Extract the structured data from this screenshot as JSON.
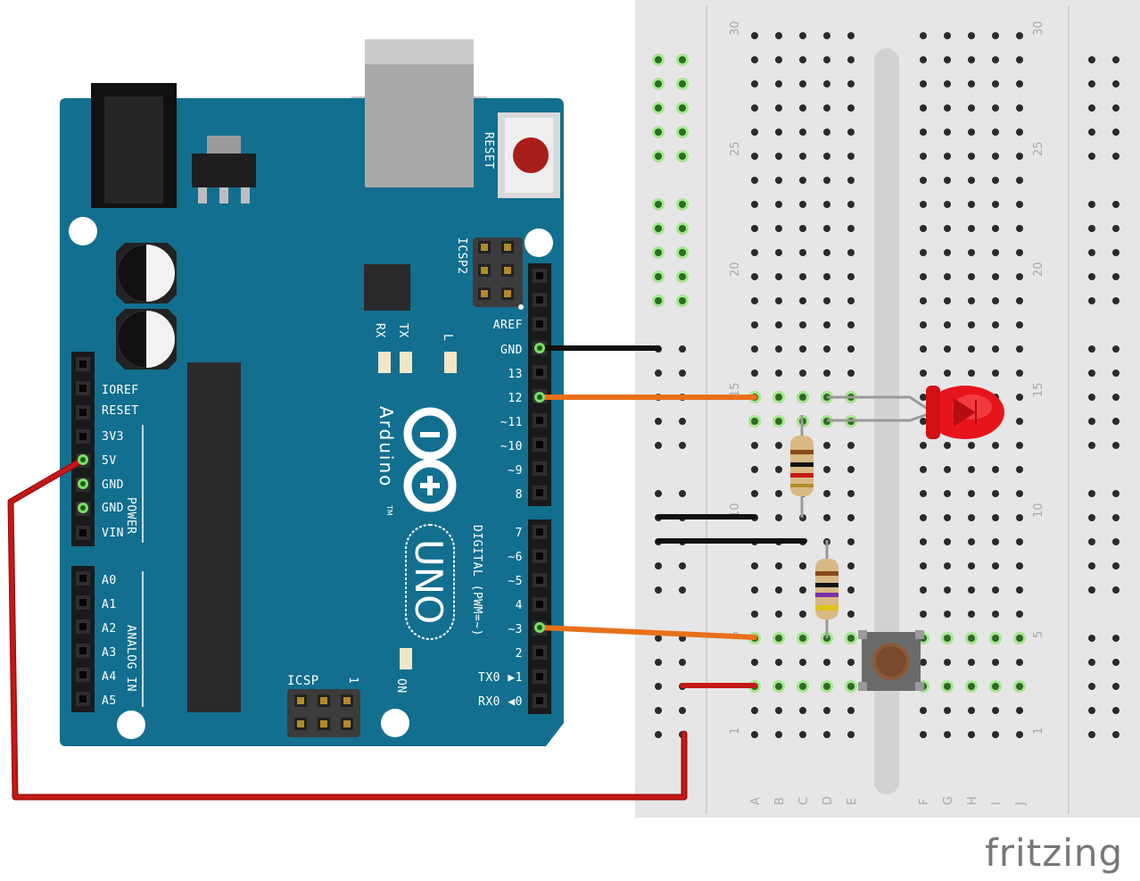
{
  "brand": "fritzing",
  "arduino": {
    "logo_text": "Arduino",
    "tm": "TM",
    "model": "UNO",
    "reset": "RESET",
    "icsp2": "ICSP2",
    "icsp": "ICSP",
    "icsp_one": "1",
    "on": "ON",
    "leds": {
      "rx": "RX",
      "tx": "TX",
      "l": "L"
    },
    "digital_label": "DIGITAL (PWM=~)",
    "power_label": "POWER",
    "analog_label": "ANALOG IN",
    "power_pins": [
      "IOREF",
      "RESET",
      "3V3",
      "5V",
      "GND",
      "GND",
      "VIN"
    ],
    "analog_pins": [
      "A0",
      "A1",
      "A2",
      "A3",
      "A4",
      "A5"
    ],
    "digital_upper": [
      "AREF",
      "GND",
      "13",
      "12",
      "~11",
      "~10",
      "~9",
      "8"
    ],
    "digital_lower": [
      "7",
      "~6",
      "~5",
      "4",
      "~3",
      "2",
      "TX0 ▶1",
      "RX0 ◀0"
    ]
  },
  "breadboard": {
    "row_numbers": [
      "30",
      "25",
      "20",
      "15",
      "10",
      "5",
      "1"
    ],
    "column_letters": [
      "A",
      "B",
      "C",
      "D",
      "E",
      "F",
      "G",
      "H",
      "I",
      "J"
    ]
  },
  "colors": {
    "board": "#136f8f",
    "wire_black": "#111111",
    "wire_orange": "#e8701a",
    "wire_red": "#c41a17",
    "led": "#e8141b",
    "breadboard": "#e6e6e6",
    "highlight": "#7fdc6a"
  }
}
